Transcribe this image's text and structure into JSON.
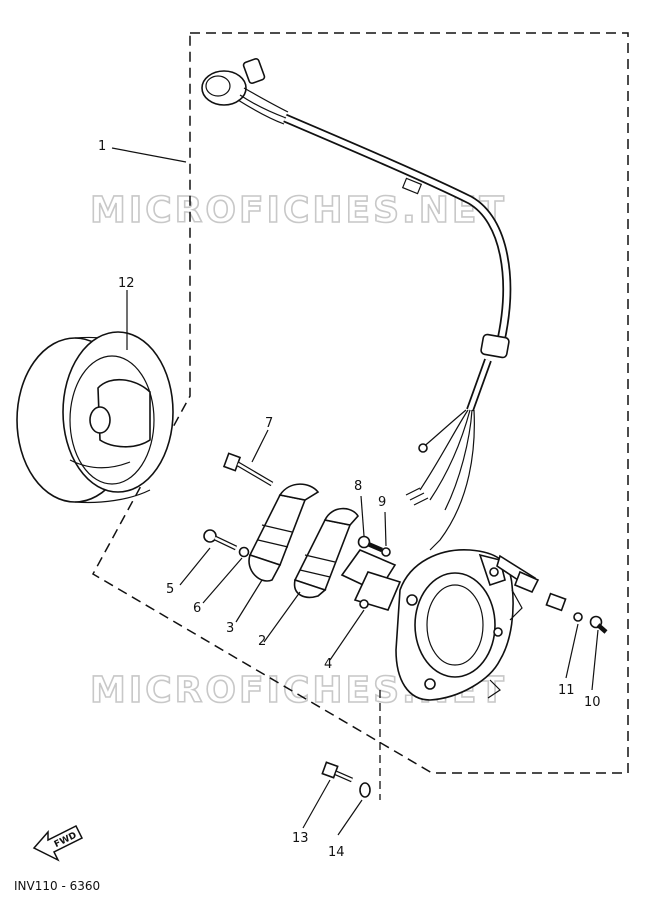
{
  "watermarks": [
    "MICROFICHES.NET",
    "MICROFICHES.NET"
  ],
  "diagram_code": "INV110 - 6360",
  "fwd_label": "FWD",
  "callouts": [
    "1",
    "2",
    "3",
    "4",
    "5",
    "6",
    "7",
    "8",
    "9",
    "10",
    "11",
    "12",
    "13",
    "14"
  ]
}
